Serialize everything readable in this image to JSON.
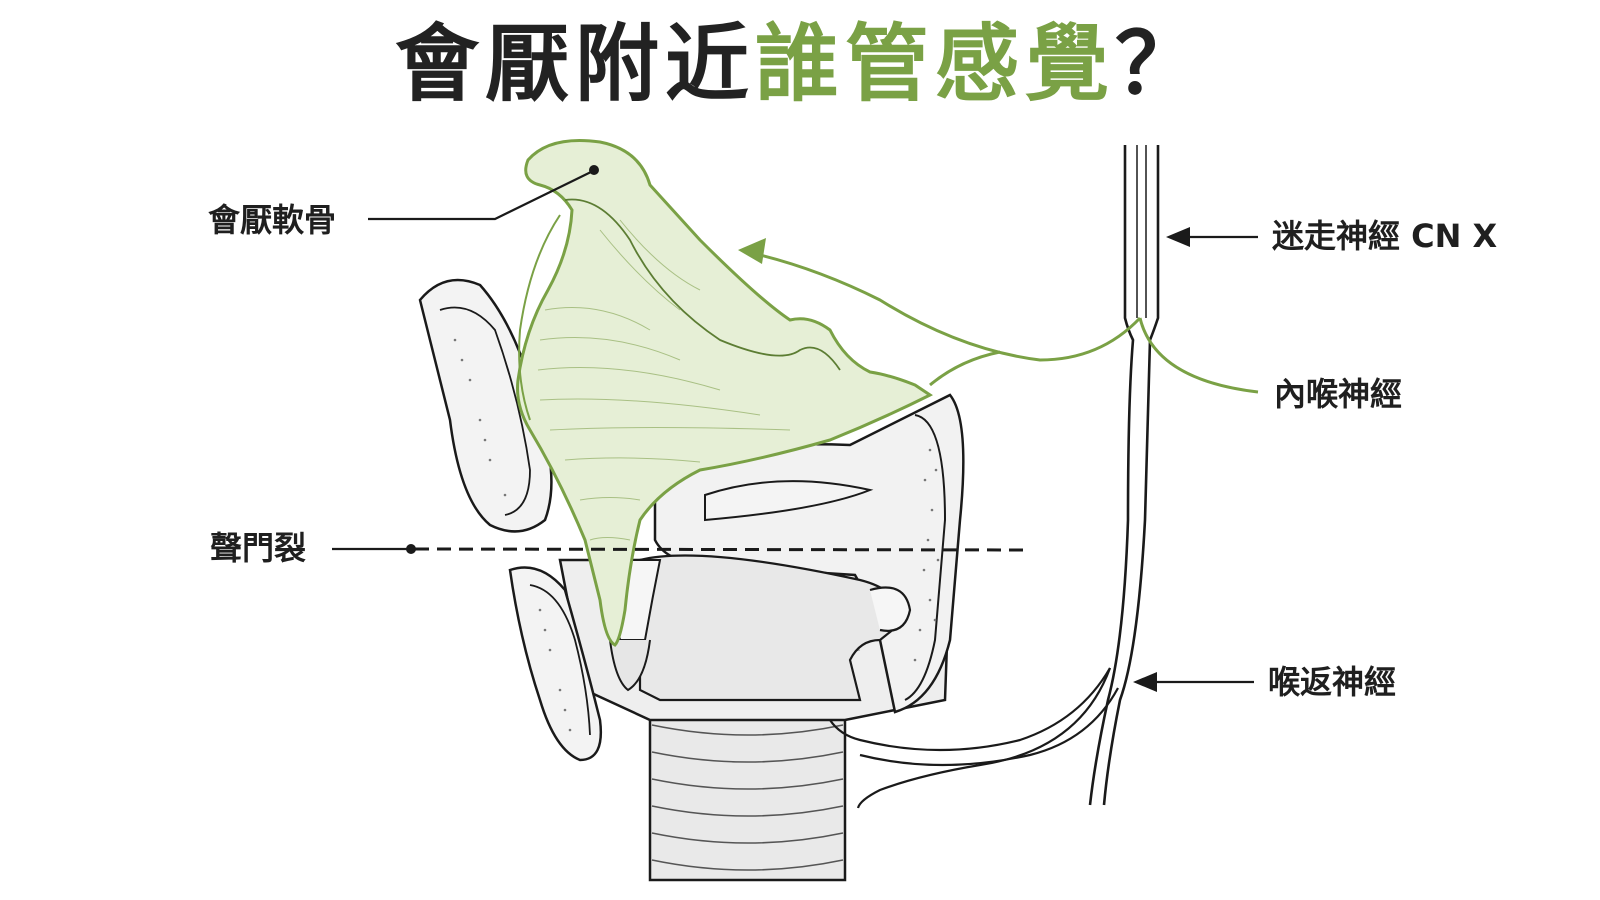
{
  "title": {
    "part1": "會厭附近",
    "part2": "誰管感覺",
    "part3": "？"
  },
  "labels": {
    "epiglottic_cartilage": "會厭軟骨",
    "glottis": "聲門裂",
    "vagus_nerve": "迷走神經 CN X",
    "internal_laryngeal_nerve": "內喉神經",
    "recurrent_laryngeal_nerve": "喉返神經"
  },
  "colors": {
    "accent": "#7aa145",
    "accent_fill": "#e6efd6",
    "text": "#222222",
    "line": "#1a1a1a",
    "cartilage_fill": "#f2f2f2",
    "trachea_fill": "#e9e9e9"
  }
}
